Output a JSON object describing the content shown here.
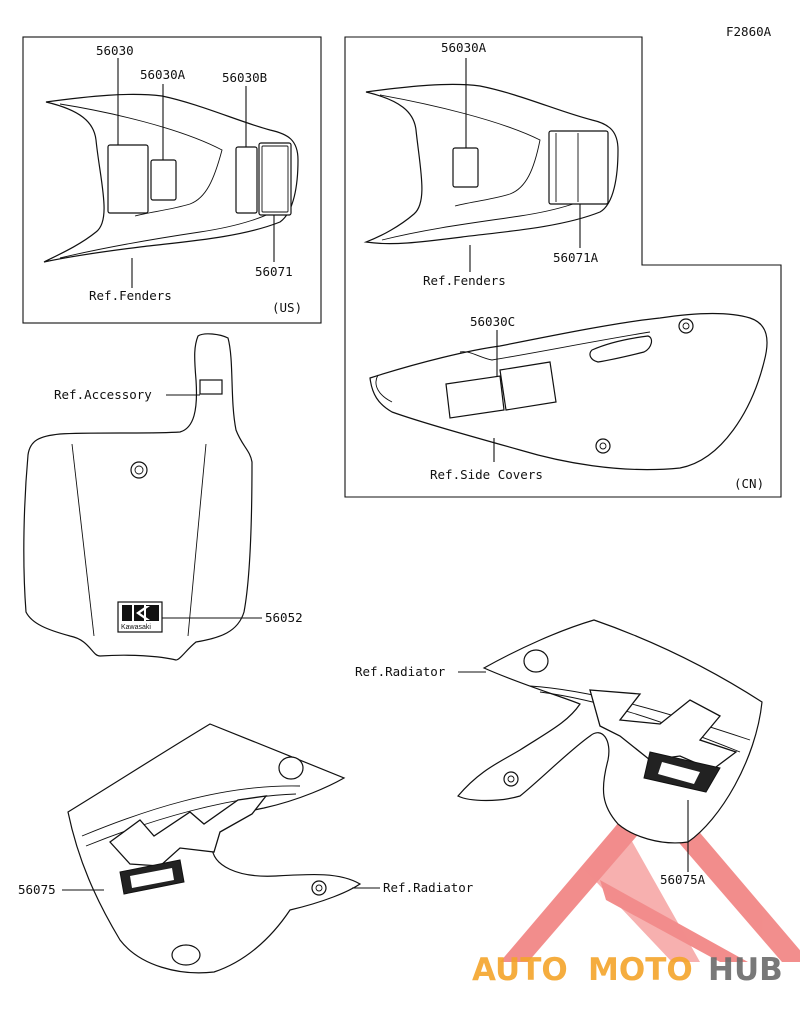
{
  "figure_code": "F2860A",
  "panel_us": {
    "region_label": "(US)",
    "callouts": {
      "p56030": "56030",
      "p56030A": "56030A",
      "p56030B": "56030B",
      "p56071": "56071",
      "ref_fenders": "Ref.Fenders"
    }
  },
  "panel_cn": {
    "region_label": "(CN)",
    "callouts": {
      "p56030A": "56030A",
      "p56071A": "56071A",
      "ref_fenders": "Ref.Fenders",
      "p56030C": "56030C",
      "ref_side_covers": "Ref.Side Covers"
    }
  },
  "number_plate": {
    "ref_accessory": "Ref.Accessory",
    "p56052": "56052",
    "logo_text": "Kawasaki"
  },
  "shroud_right": {
    "ref_radiator": "Ref.Radiator",
    "p56075A": "56075A"
  },
  "shroud_left": {
    "ref_radiator": "Ref.Radiator",
    "p56075": "56075"
  },
  "watermark": {
    "part1": "AUTO",
    "part2": "MOTO",
    "part3": "HUB",
    "colors": {
      "red": "#e8312f",
      "orange": "#f4a52b",
      "gray": "#6b6b6b"
    }
  }
}
